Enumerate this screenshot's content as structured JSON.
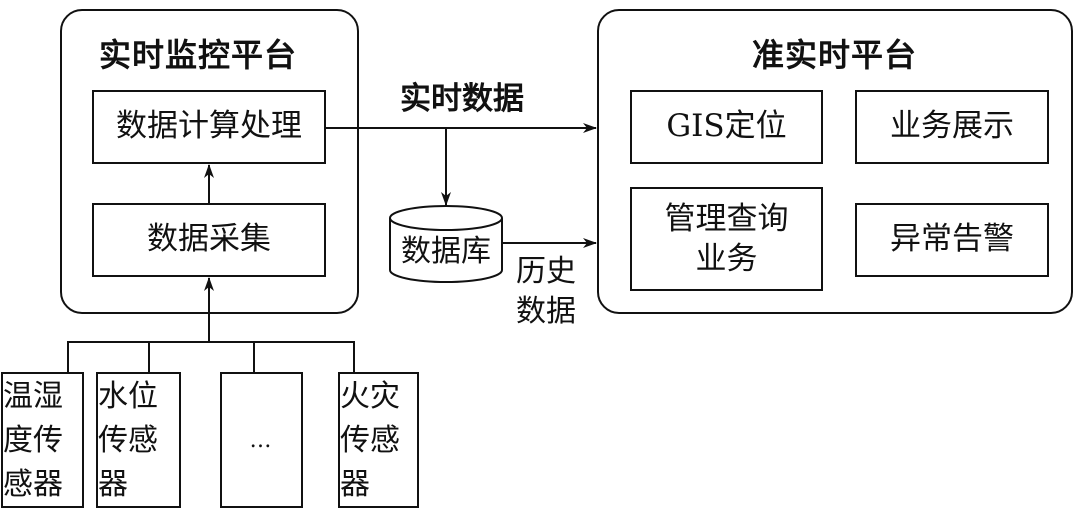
{
  "left_platform": {
    "title": "实时监控平台",
    "compute_box": "数据计算处理",
    "collect_box": "数据采集"
  },
  "right_platform": {
    "title": "准实时平台",
    "modules": [
      {
        "label": "GIS定位"
      },
      {
        "label": "业务展示"
      },
      {
        "label": "管理查询\n业务"
      },
      {
        "label": "异常告警"
      }
    ]
  },
  "database": {
    "label": "数据库"
  },
  "edges": {
    "realtime_data": "实时数据",
    "history_data_line1": "历史",
    "history_data_line2": "数据"
  },
  "sensors": [
    {
      "line1": "温湿",
      "line2": "度传",
      "line3": "感器"
    },
    {
      "line1": "水位",
      "line2": "传感",
      "line3": "器"
    },
    {
      "line1": "…",
      "line2": "",
      "line3": ""
    },
    {
      "line1": "火灾",
      "line2": "传感",
      "line3": "器"
    }
  ]
}
